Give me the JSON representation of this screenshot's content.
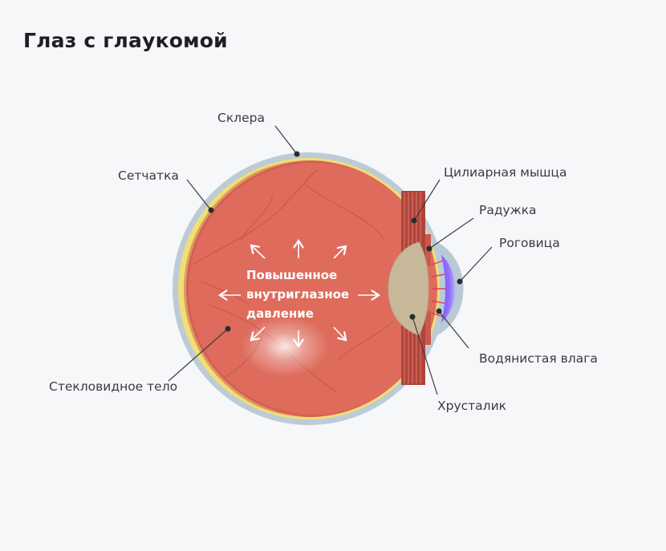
{
  "title": "Глаз с глаукомой",
  "labels": {
    "sclera": "Склера",
    "retina": "Сетчатка",
    "ciliary_muscle": "Цилиарная мышца",
    "iris": "Радужка",
    "cornea": "Роговица",
    "aqueous_humor": "Водянистая влага",
    "lens": "Хрусталик",
    "vitreous_body": "Стекловидное тело"
  },
  "pressure_label": {
    "line1": "Повышенное",
    "line2": "внутриглазное",
    "line3": "давление"
  }
}
